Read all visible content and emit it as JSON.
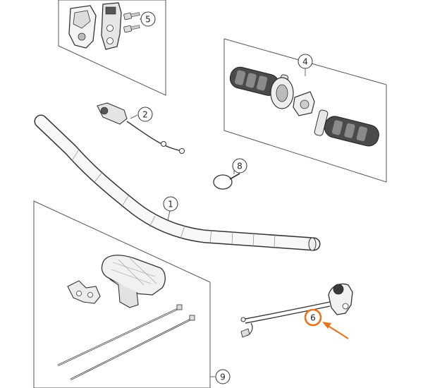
{
  "callouts": {
    "c1": "1",
    "c2": "2",
    "c4": "4",
    "c5": "5",
    "c6": "6",
    "c8": "8",
    "c9": "9"
  },
  "highlight": {
    "part": "6",
    "color": "#e8731f"
  },
  "colors": {
    "line": "#444444",
    "box": "#555555",
    "part_fill": "#f4f4f4",
    "dark": "#333333"
  }
}
